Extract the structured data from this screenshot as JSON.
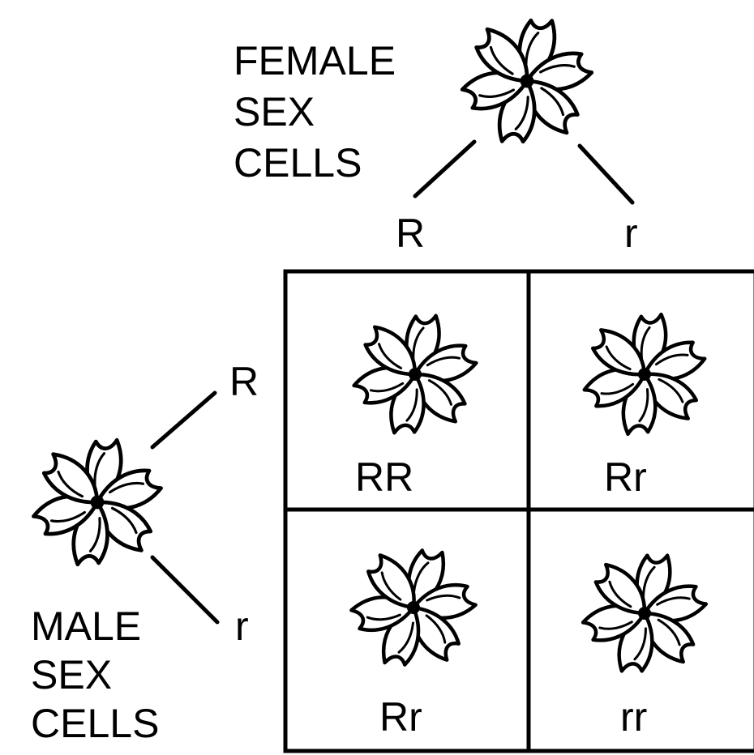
{
  "female_label": [
    "FEMALE",
    "SEX",
    "CELLS"
  ],
  "male_label": [
    "MALE",
    "SEX",
    "CELLS"
  ],
  "female_alleles": [
    "R",
    "r"
  ],
  "male_alleles": [
    "R",
    "r"
  ],
  "offspring": {
    "top_left": "RR",
    "top_right": "Rr",
    "bottom_left": "Rr",
    "bottom_right": "rr"
  }
}
